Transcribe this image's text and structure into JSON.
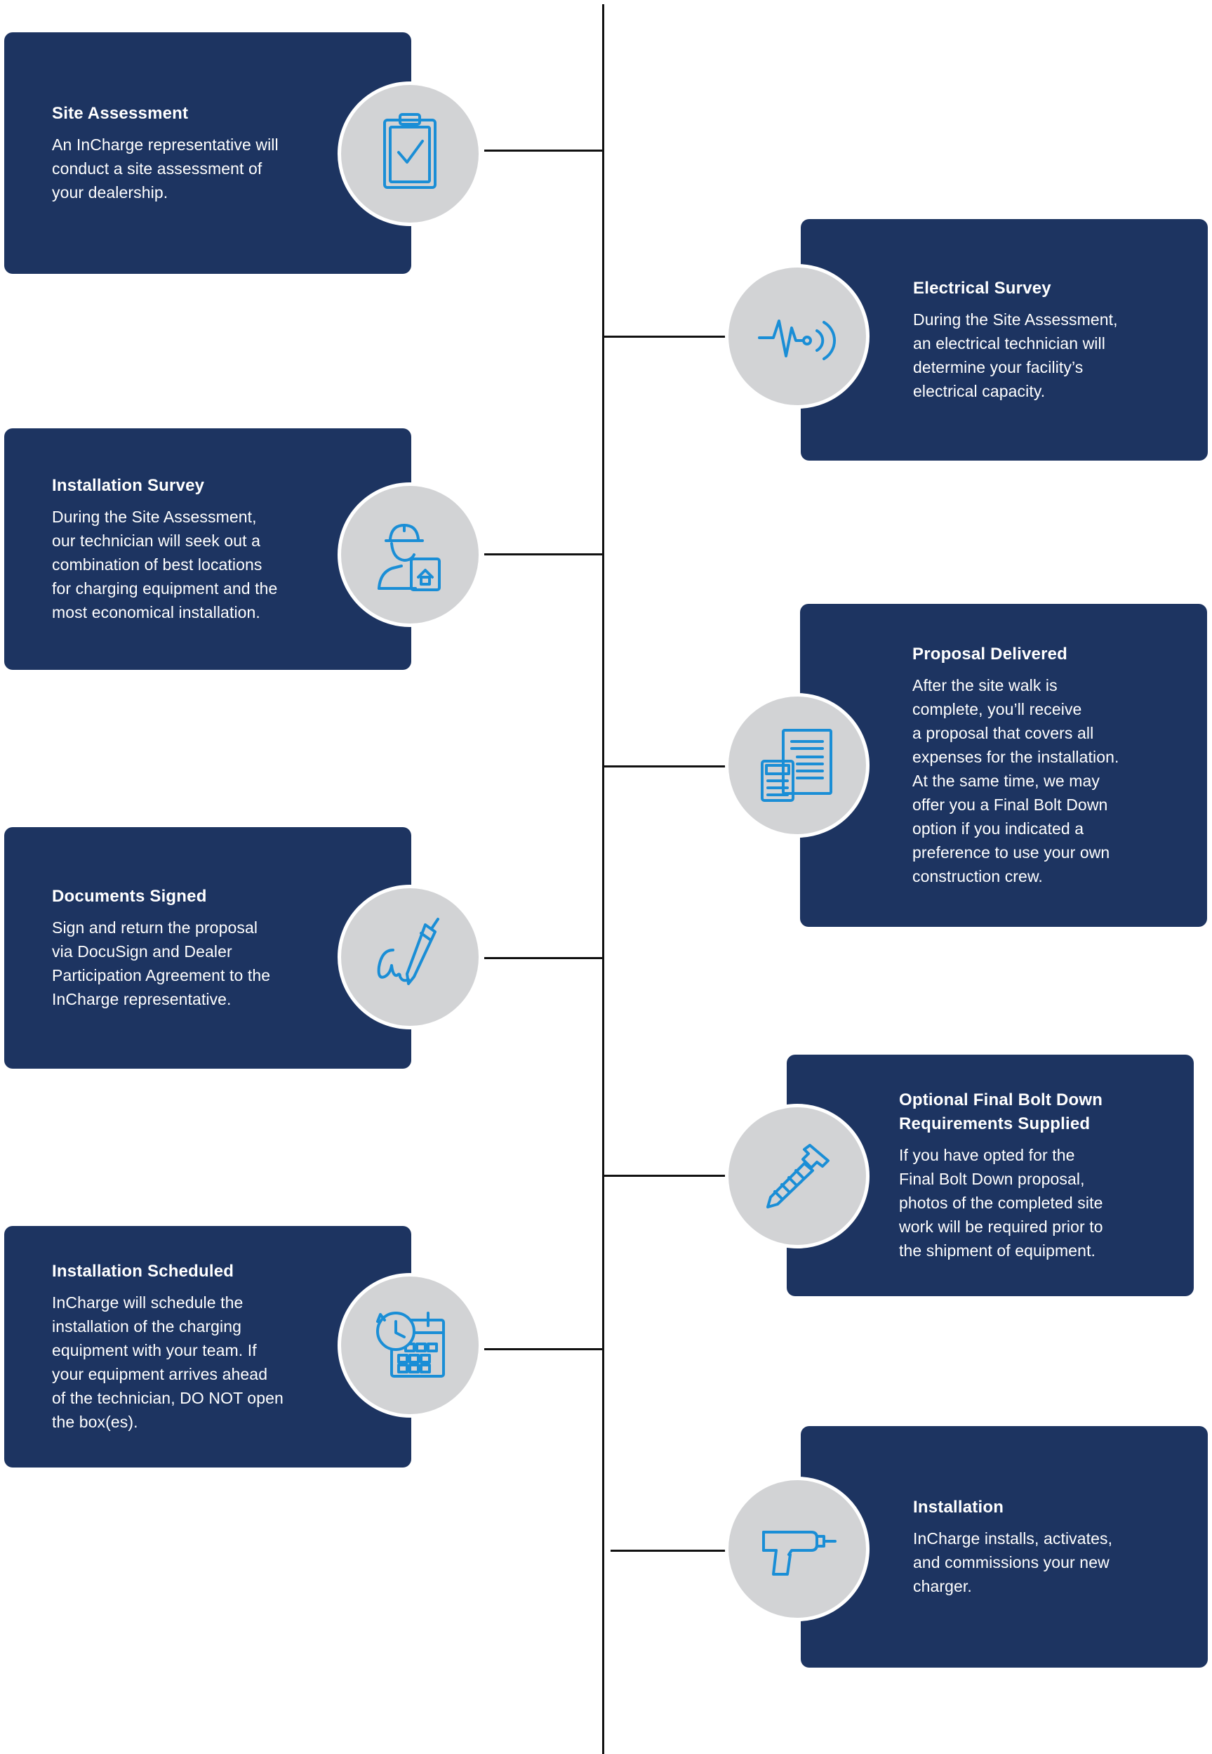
{
  "steps": [
    {
      "title": "Site Assessment",
      "text": "An InCharge representative will\nconduct a site assessment of\nyour dealership.",
      "icon": "clipboard-check-icon"
    },
    {
      "title": "Electrical Survey",
      "text": "During the Site Assessment,\nan electrical technician will\ndetermine your facility’s\nelectrical capacity.",
      "icon": "electrical-pulse-icon"
    },
    {
      "title": "Installation Survey",
      "text": "During the Site Assessment,\nour technician will seek out a\ncombination of best locations\nfor charging equipment and the\nmost economical installation.",
      "icon": "technician-blueprint-icon"
    },
    {
      "title": "Proposal Delivered",
      "text": "After the site walk is\ncomplete, you’ll receive\na proposal that covers all\nexpenses for the installation.\nAt the same time, we may\noffer you a Final Bolt Down\noption if you indicated a\npreference to use your own\nconstruction crew.",
      "icon": "document-calculator-icon"
    },
    {
      "title": "Documents Signed",
      "text": "Sign and return the proposal\nvia DocuSign and Dealer\nParticipation Agreement  to the\nInCharge representative.",
      "icon": "signature-pen-icon"
    },
    {
      "title": "Optional Final Bolt Down\nRequirements Supplied",
      "text": "If you have opted for the\nFinal Bolt Down proposal,\nphotos of the completed site\nwork will be required prior to\nthe shipment of equipment.",
      "icon": "bolt-screw-icon"
    },
    {
      "title": "Installation Scheduled",
      "text": "InCharge will schedule the\ninstallation of the charging\nequipment with your team. If\nyour equipment arrives ahead\nof the technician, DO NOT open\nthe box(es).",
      "icon": "calendar-clock-icon"
    },
    {
      "title": "Installation",
      "text": "InCharge installs, activates,\nand commissions your new\ncharger.",
      "icon": "drill-icon"
    }
  ],
  "colors": {
    "card": "#1d3461",
    "icon_stroke": "#1a8ed6",
    "circle": "#d2d3d5",
    "line": "#111111"
  }
}
